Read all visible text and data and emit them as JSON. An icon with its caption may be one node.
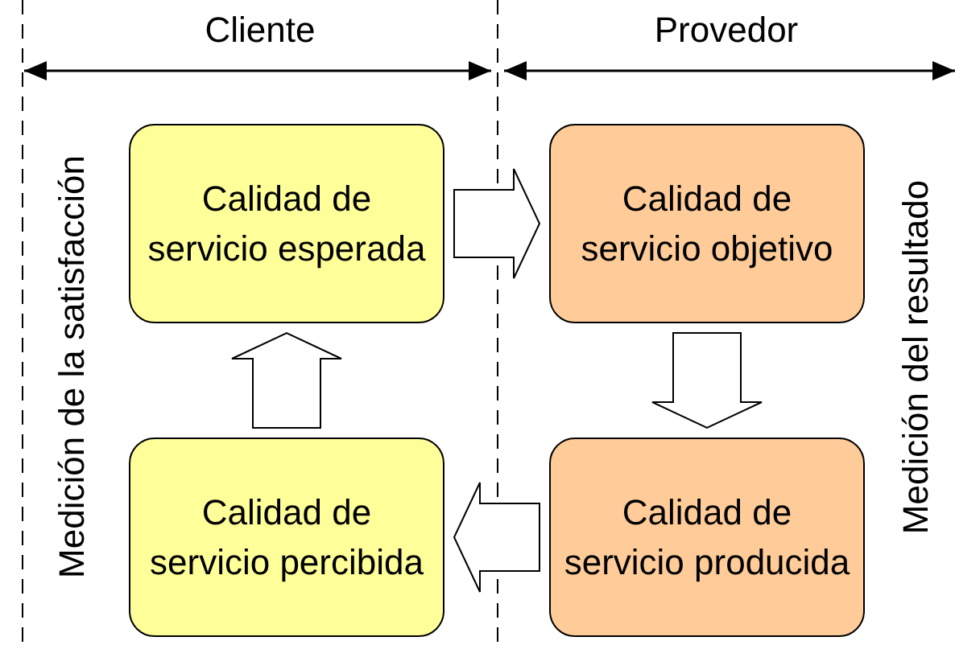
{
  "diagram": {
    "nodes": [
      {
        "text": [
          "Calidad de servicio esperada"
        ]
      },
      {
        "text": [
          "Calidad de servicio objetivo"
        ]
      },
      {
        "text": [
          "Calidad de servicio percibida"
        ]
      },
      {
        "text": [
          "Calidad de servicio producida"
        ]
      }
    ],
    "edges": [
      {
        "from": 0,
        "to": 1,
        "arrow": "to"
      },
      {
        "from": 1,
        "to": 3,
        "arrow": "to"
      },
      {
        "from": 3,
        "to": 2,
        "arrow": "to"
      },
      {
        "from": 2,
        "to": 0,
        "arrow": "to"
      }
    ],
    "labels": [
      "Cliente",
      "Provedor",
      "Medición de la satisfacción",
      "Medición del resultado"
    ]
  }
}
